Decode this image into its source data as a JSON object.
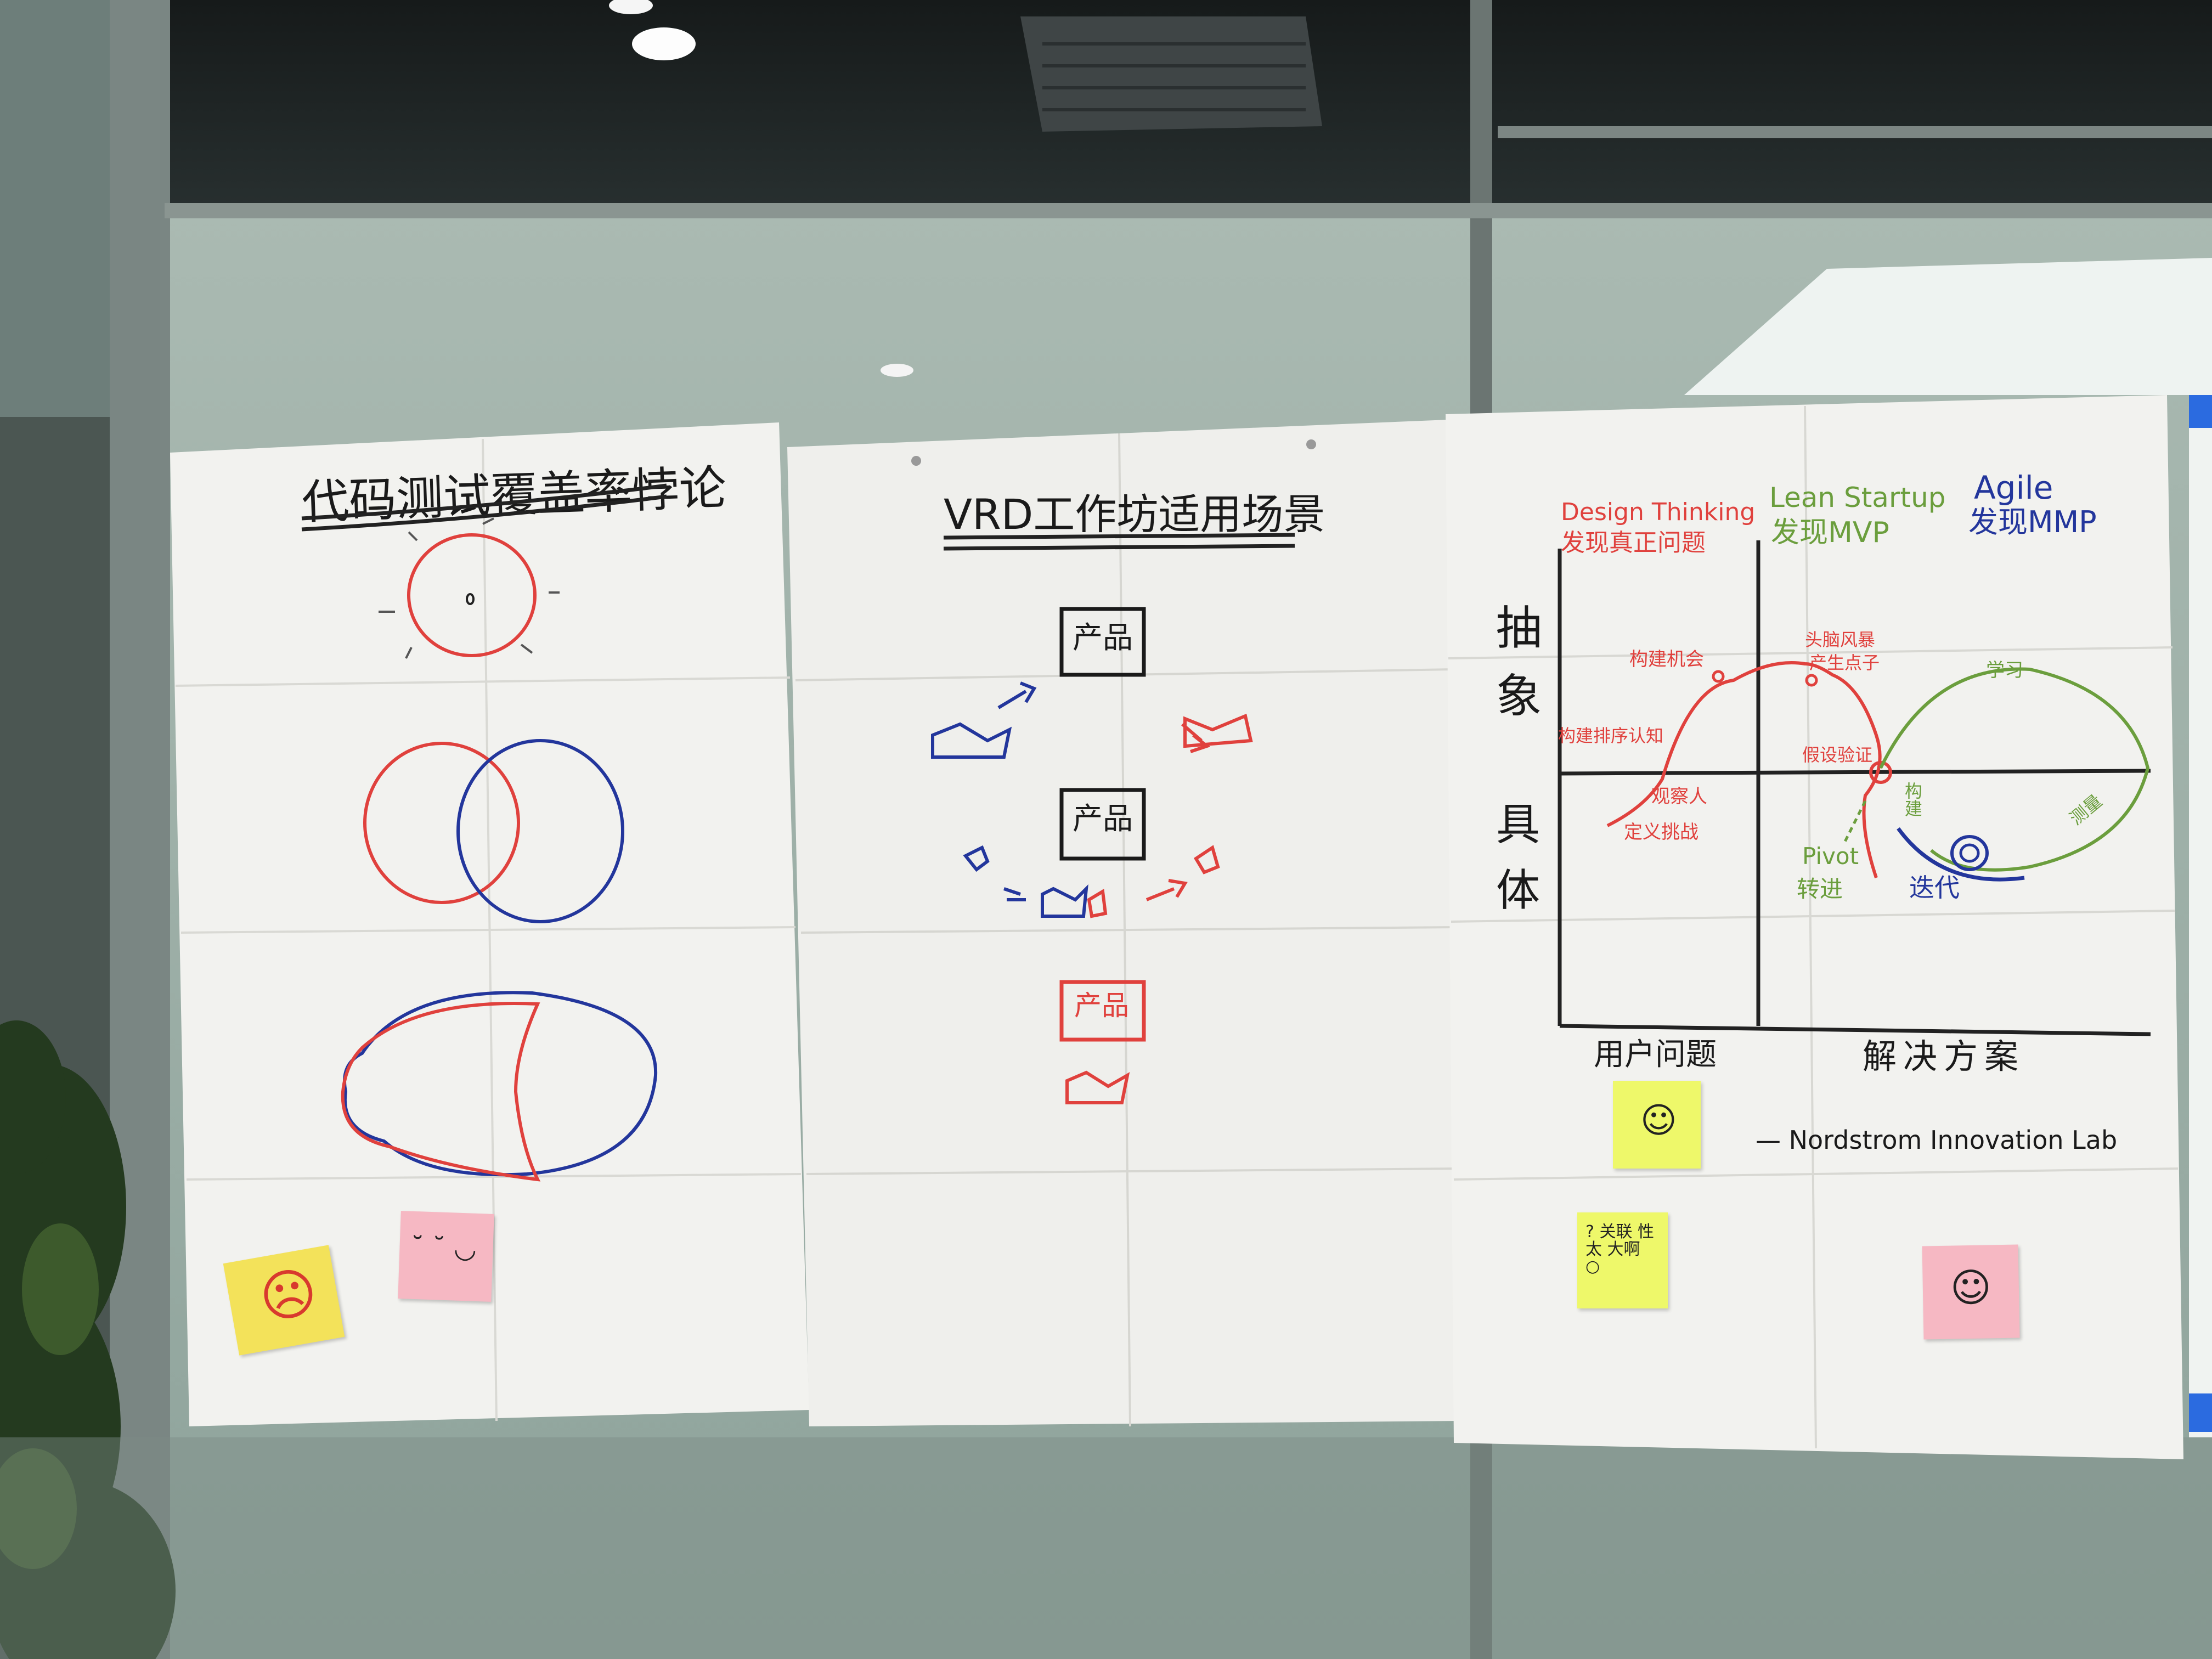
{
  "posters": [
    {
      "title": "代码测试覆盖率悖论",
      "stickies": [
        {
          "text": "☹",
          "color": "#f3e25a"
        },
        {
          "text": "˘ ˘ ◡",
          "color": "#f6b8c3"
        }
      ]
    },
    {
      "title": "VRD工作坊适用场景",
      "boxes": [
        "产品",
        "产品",
        "产品"
      ]
    },
    {
      "y_axis_top": "抽象",
      "y_axis_bottom": "具体",
      "x_axis_left": "用户问题",
      "x_axis_right": "解决方案",
      "methods": [
        {
          "name": "Design Thinking",
          "subtitle": "发现真正问题",
          "color": "#e0413d"
        },
        {
          "name": "Lean Startup",
          "subtitle": "发现MVP",
          "color": "#6b9e3d"
        },
        {
          "name": "Agile",
          "subtitle": "发现MMP",
          "color": "#23369c"
        }
      ],
      "curve_labels": {
        "explore": "构建机会",
        "sort": "构建排序认知",
        "observe": "观察人",
        "define": "定义挑战",
        "brainstorm_1": "头脑风暴",
        "brainstorm_2": "产生点子",
        "hypothesis": "假设验证",
        "learn": "学习",
        "build": "构建",
        "measure": "测量",
        "pivot_1": "Pivot",
        "pivot_2": "转进",
        "iterate": "迭代"
      },
      "credit": "— Nordstrom Innovation Lab",
      "stickies": [
        {
          "text": "☺",
          "color": "#eef86a"
        },
        {
          "text": "? 关联 性太 大啊 ○",
          "color": "#eef86a"
        },
        {
          "text": "☺",
          "color": "#f6b8c3"
        }
      ]
    }
  ]
}
